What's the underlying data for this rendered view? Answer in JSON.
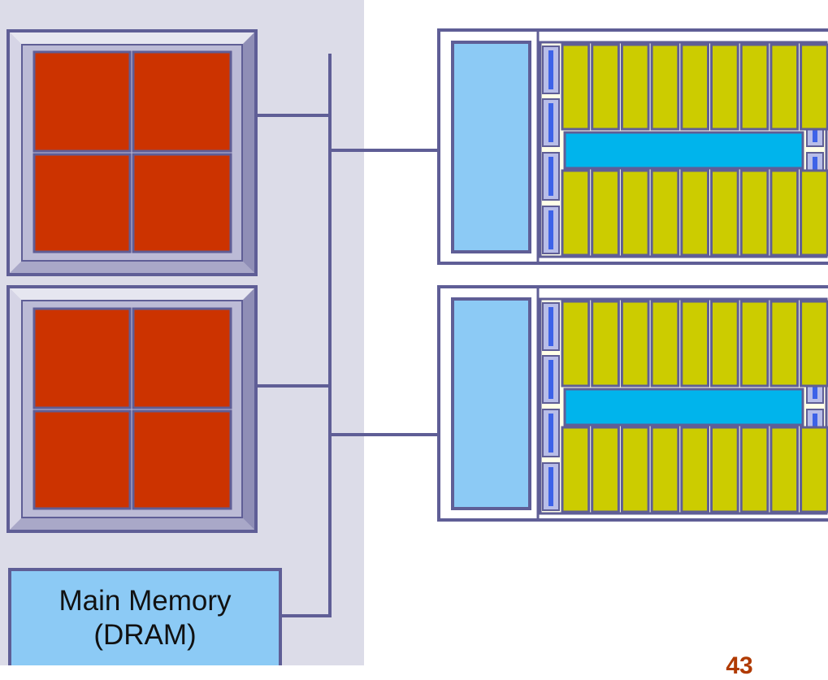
{
  "colors": {
    "host_panel": "#dcdce8",
    "frame_outline": "#5f5e96",
    "cpu_core": "#cc3300",
    "frame_bevel": "#a9a8c8",
    "memory_fill": "#8ccaf5",
    "sm_core": "#cccc00",
    "sm_shared": "#00b4ec",
    "sm_unit": "#3d62e8",
    "bus_line": "#5f5e96",
    "page_number": "#b03a00"
  },
  "host": {
    "cpu_count": 2,
    "cores_per_cpu": 4,
    "memory": {
      "line1": "Main Memory",
      "line2": "(DRAM)"
    }
  },
  "devices": {
    "gpu_count": 2,
    "core_columns_per_row": 9,
    "core_rows": 2
  },
  "page_number": "43"
}
